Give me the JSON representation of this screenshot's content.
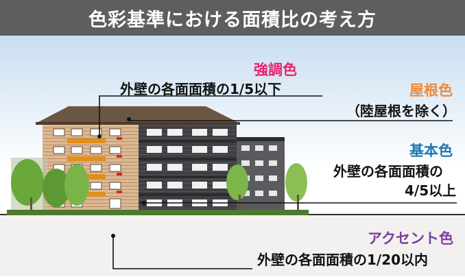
{
  "title": "色彩基準における面積比の考え方",
  "labels": {
    "accent_strong": {
      "heading": "強調色",
      "text": "外壁の各面面積の1/5以下",
      "color": "#e8236b"
    },
    "roof": {
      "heading": "屋根色",
      "text": "（陸屋根を除く）",
      "color": "#ee8a3a"
    },
    "base": {
      "heading": "基本色",
      "text_line1": "外壁の各面面積の",
      "text_line2": "4/5以上",
      "color": "#1f78b4"
    },
    "accent": {
      "heading": "アクセント色",
      "text": "外壁の各面面積の1/20以内",
      "color": "#7b3fa0"
    }
  },
  "colors": {
    "header_bg": "#5e5e5e",
    "sky_top": "#cfe3f4",
    "sky_bottom": "#ffffff",
    "ground": "#f2f1ef",
    "facade_beige": "#d9b48e",
    "facade_gray": "#3f4043",
    "roof": "#6b5643",
    "accent_orange": "#e0901c",
    "accent_red": "#d8262b",
    "tree": "#6aa83c"
  }
}
